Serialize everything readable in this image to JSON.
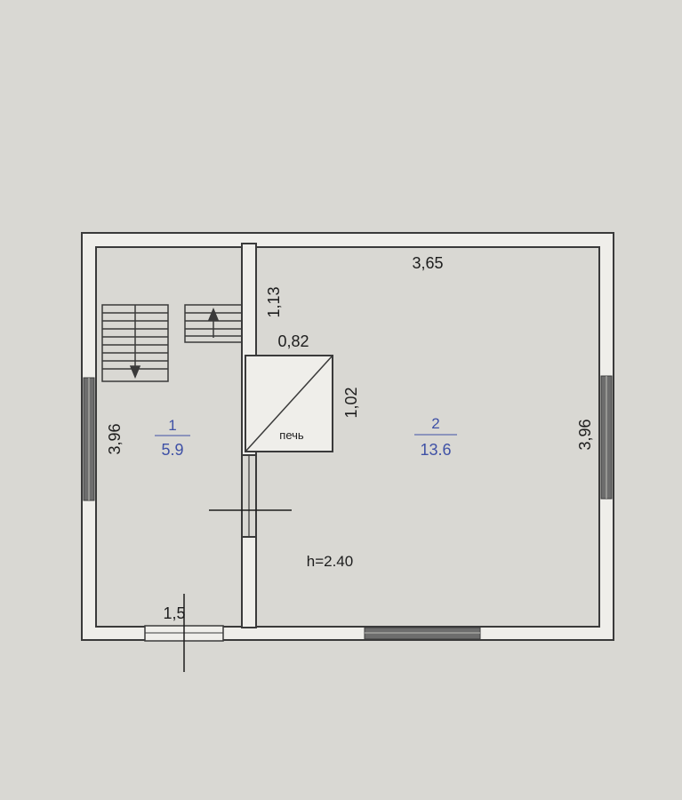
{
  "plan": {
    "rooms": [
      {
        "number": "1",
        "area": "5.9"
      },
      {
        "number": "2",
        "area": "13.6"
      }
    ],
    "dimensions": {
      "room2_width": "3,65",
      "room1_height": "3,96",
      "room2_height": "3,96",
      "partition_gap": "1,13",
      "stove_width": "0,82",
      "stove_depth": "1,02",
      "entrance_width": "1,5"
    },
    "stove_label": "печь",
    "ceiling_height": "h=2.40"
  }
}
